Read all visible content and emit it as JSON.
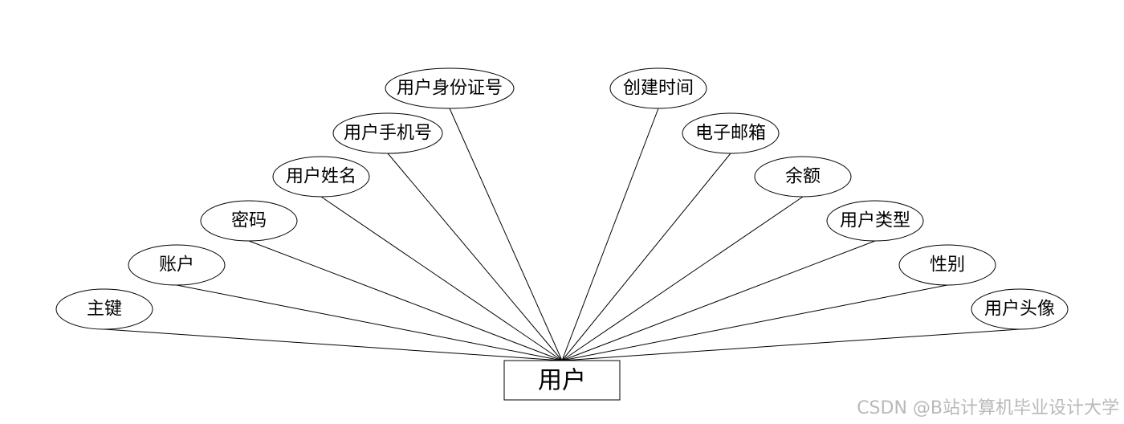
{
  "entity": {
    "label": "用户"
  },
  "attributes": [
    {
      "id": "primary-key",
      "label": "主键"
    },
    {
      "id": "account",
      "label": "账户"
    },
    {
      "id": "password",
      "label": "密码"
    },
    {
      "id": "user-name",
      "label": "用户姓名"
    },
    {
      "id": "user-phone",
      "label": "用户手机号"
    },
    {
      "id": "user-id-card",
      "label": "用户身份证号"
    },
    {
      "id": "create-time",
      "label": "创建时间"
    },
    {
      "id": "email",
      "label": "电子邮箱"
    },
    {
      "id": "balance",
      "label": "余额"
    },
    {
      "id": "user-type",
      "label": "用户类型"
    },
    {
      "id": "gender",
      "label": "性别"
    },
    {
      "id": "user-avatar",
      "label": "用户头像"
    }
  ],
  "watermark": "CSDN @B站计算机毕业设计大学",
  "colors": {
    "stroke": "#000000",
    "background": "#ffffff",
    "watermark": "#b9b9b9"
  }
}
